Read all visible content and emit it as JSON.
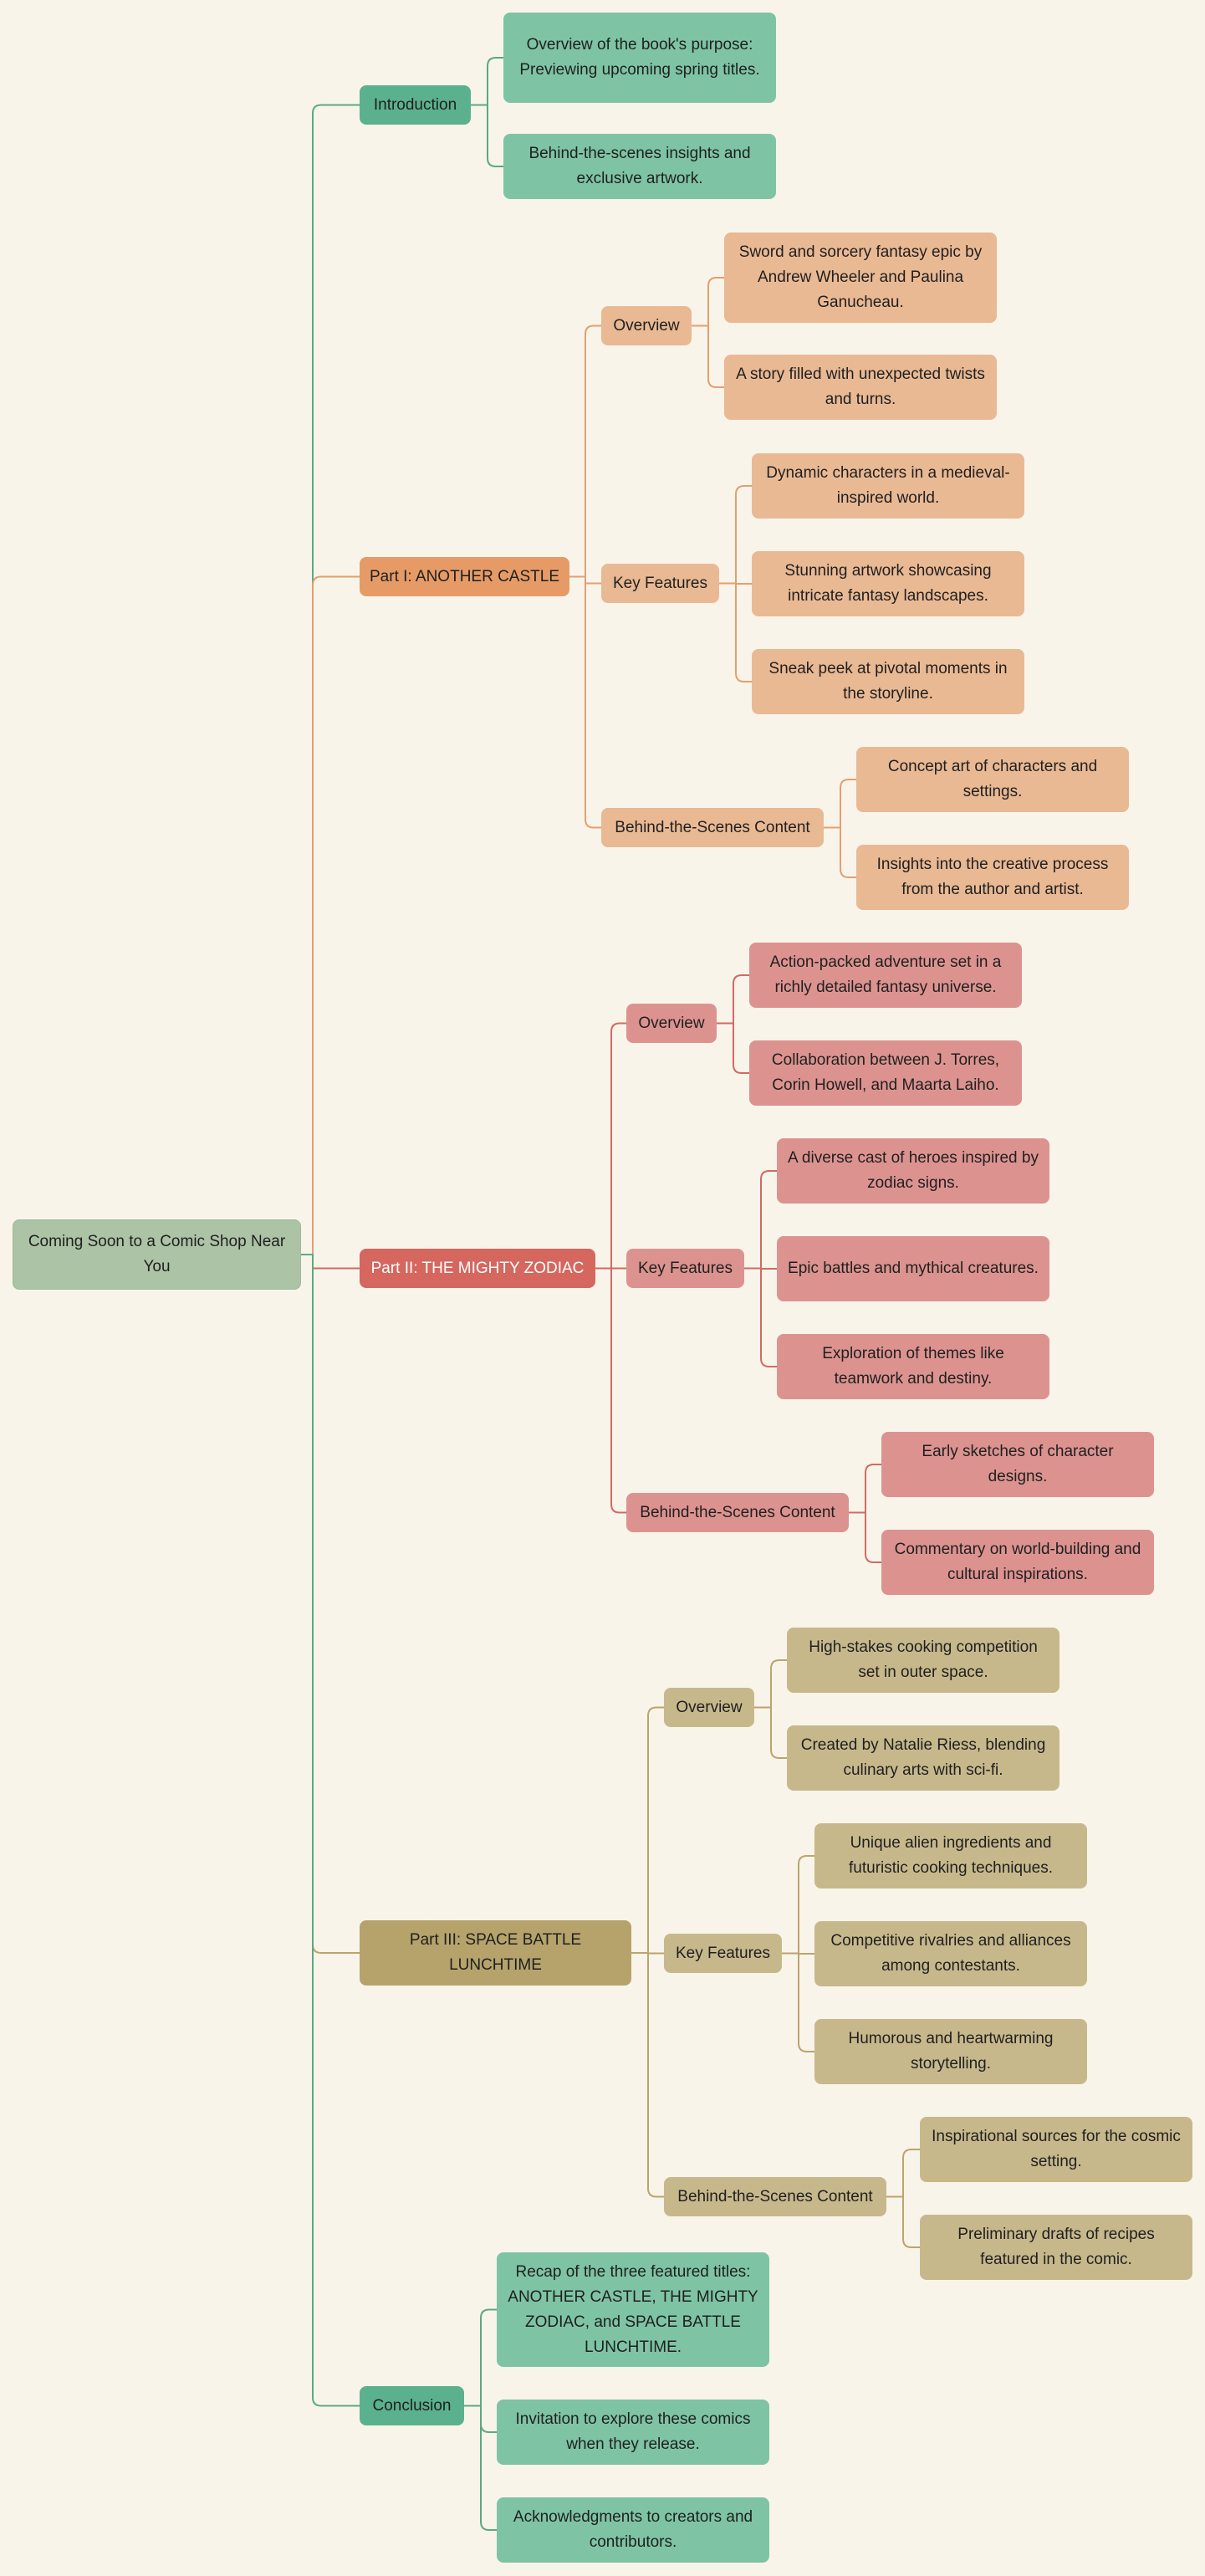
{
  "root": {
    "label": "Coming Soon to a Comic Shop Near You"
  },
  "branches": [
    {
      "id": "intro",
      "label": "Introduction",
      "color": "#5bb18d",
      "light": "#7ec4a4",
      "line": "#5aa982",
      "children": [
        {
          "label": "Overview of the book's purpose: Previewing upcoming spring titles."
        },
        {
          "label": "Behind-the-scenes insights and exclusive artwork."
        }
      ]
    },
    {
      "id": "part1",
      "label": "Part I: ANOTHER CASTLE",
      "color": "#e69b67",
      "light": "#e9b994",
      "line": "#e2a070",
      "children": [
        {
          "label": "Overview",
          "children": [
            {
              "label": "Sword and sorcery fantasy epic by Andrew Wheeler and Paulina Ganucheau."
            },
            {
              "label": "A story filled with unexpected twists and turns."
            }
          ]
        },
        {
          "label": "Key Features",
          "children": [
            {
              "label": "Dynamic characters in a medieval-inspired world."
            },
            {
              "label": "Stunning artwork showcasing intricate fantasy landscapes."
            },
            {
              "label": "Sneak peek at pivotal moments in the storyline."
            }
          ]
        },
        {
          "label": "Behind-the-Scenes Content",
          "children": [
            {
              "label": "Concept art of characters and settings."
            },
            {
              "label": "Insights into the creative process from the author and artist."
            }
          ]
        }
      ]
    },
    {
      "id": "part2",
      "label": "Part II: THE MIGHTY ZODIAC",
      "color": "#d5675f",
      "light": "#dc9390",
      "line": "#d26a62",
      "children": [
        {
          "label": "Overview",
          "children": [
            {
              "label": "Action-packed adventure set in a richly detailed fantasy universe."
            },
            {
              "label": "Collaboration between J. Torres, Corin Howell, and Maarta Laiho."
            }
          ]
        },
        {
          "label": "Key Features",
          "children": [
            {
              "label": "A diverse cast of heroes inspired by zodiac signs."
            },
            {
              "label": "Epic battles and mythical creatures."
            },
            {
              "label": "Exploration of themes like teamwork and destiny."
            }
          ]
        },
        {
          "label": "Behind-the-Scenes Content",
          "children": [
            {
              "label": "Early sketches of character designs."
            },
            {
              "label": "Commentary on world-building and cultural inspirations."
            }
          ]
        }
      ]
    },
    {
      "id": "part3",
      "label": "Part III: SPACE BATTLE LUNCHTIME",
      "color": "#b6a36b",
      "light": "#c7b88c",
      "line": "#bba56c",
      "children": [
        {
          "label": "Overview",
          "children": [
            {
              "label": "High-stakes cooking competition set in outer space."
            },
            {
              "label": "Created by Natalie Riess, blending culinary arts with sci-fi."
            }
          ]
        },
        {
          "label": "Key Features",
          "children": [
            {
              "label": "Unique alien ingredients and futuristic cooking techniques."
            },
            {
              "label": "Competitive rivalries and alliances among contestants."
            },
            {
              "label": "Humorous and heartwarming storytelling."
            }
          ]
        },
        {
          "label": "Behind-the-Scenes Content",
          "children": [
            {
              "label": "Inspirational sources for the cosmic setting."
            },
            {
              "label": "Preliminary drafts of recipes featured in the comic."
            }
          ]
        }
      ]
    },
    {
      "id": "conclusion",
      "label": "Conclusion",
      "color": "#5bb18d",
      "light": "#7ec4a4",
      "line": "#5aa982",
      "children": [
        {
          "label": "Recap of the three featured titles: ANOTHER CASTLE, THE MIGHTY ZODIAC, and SPACE BATTLE LUNCHTIME."
        },
        {
          "label": "Invitation to explore these comics when they release."
        },
        {
          "label": "Acknowledgments to creators and contributors."
        }
      ]
    }
  ]
}
